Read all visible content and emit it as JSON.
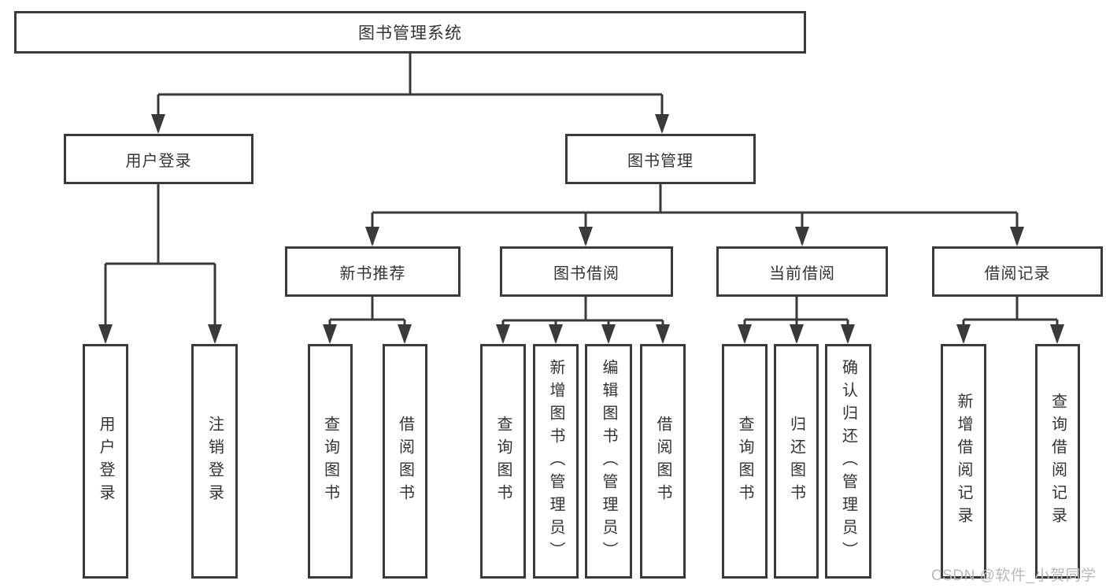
{
  "diagram": {
    "type": "tree",
    "root": {
      "label": "图书管理系统"
    },
    "branches": [
      {
        "label": "用户登录",
        "children": [
          {
            "label": "用户登录"
          },
          {
            "label": "注销登录"
          }
        ]
      },
      {
        "label": "图书管理",
        "children": [
          {
            "label": "新书推荐",
            "children": [
              {
                "label": "查询图书"
              },
              {
                "label": "借阅图书"
              }
            ]
          },
          {
            "label": "图书借阅",
            "children": [
              {
                "label": "查询图书"
              },
              {
                "label": "新增图书（管理员）"
              },
              {
                "label": "编辑图书（管理员）"
              },
              {
                "label": "借阅图书"
              }
            ]
          },
          {
            "label": "当前借阅",
            "children": [
              {
                "label": "查询图书"
              },
              {
                "label": "归还图书"
              },
              {
                "label": "确认归还（管理员）"
              }
            ]
          },
          {
            "label": "借阅记录",
            "children": [
              {
                "label": "新增借阅记录"
              },
              {
                "label": "查询借阅记录"
              }
            ]
          }
        ]
      }
    ],
    "watermark": "CSDN @软件_小贺同学",
    "colors": {
      "line": "#3a3a3a",
      "box_border": "#3a3a3a",
      "box_fill": "#ffffff",
      "text": "#333333",
      "watermark": "#b5b9c2",
      "background": "#ffffff"
    }
  }
}
